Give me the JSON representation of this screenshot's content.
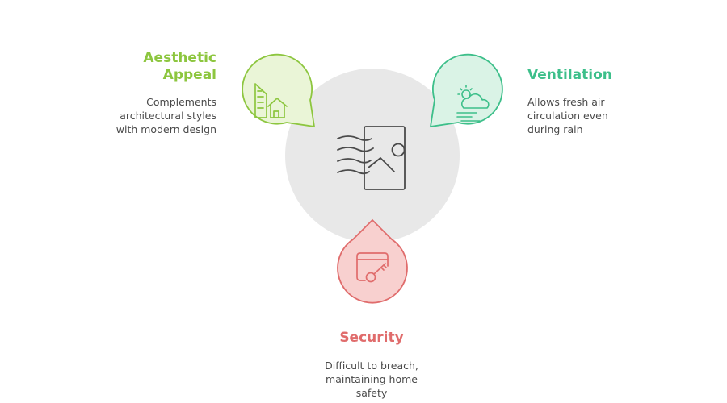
{
  "colors": {
    "center_fill": "#e8e8e8",
    "icon_stroke": "#4a4a4a",
    "green_accent": "#8dc63f",
    "green_fill": "#eaf5d7",
    "teal_accent": "#3dbf8a",
    "teal_fill": "#daf3e6",
    "red_accent": "#e06c6c",
    "red_fill": "#f8d0cf",
    "desc_text": "#4a4a4a"
  },
  "icons": {
    "center": "window-wind-icon",
    "aesthetic": "buildings-house-icon",
    "ventilation": "sun-cloud-wind-icon",
    "security": "card-key-icon"
  },
  "aesthetic": {
    "title_line1": "Aesthetic",
    "title_line2": "Appeal",
    "desc_line1": "Complements",
    "desc_line2": "architectural styles",
    "desc_line3": "with modern design"
  },
  "ventilation": {
    "title": "Ventilation",
    "desc_line1": "Allows fresh air",
    "desc_line2": "circulation even",
    "desc_line3": "during rain"
  },
  "security": {
    "title": "Security",
    "desc_line1": "Difficult to breach,",
    "desc_line2": "maintaining home",
    "desc_line3": "safety"
  }
}
